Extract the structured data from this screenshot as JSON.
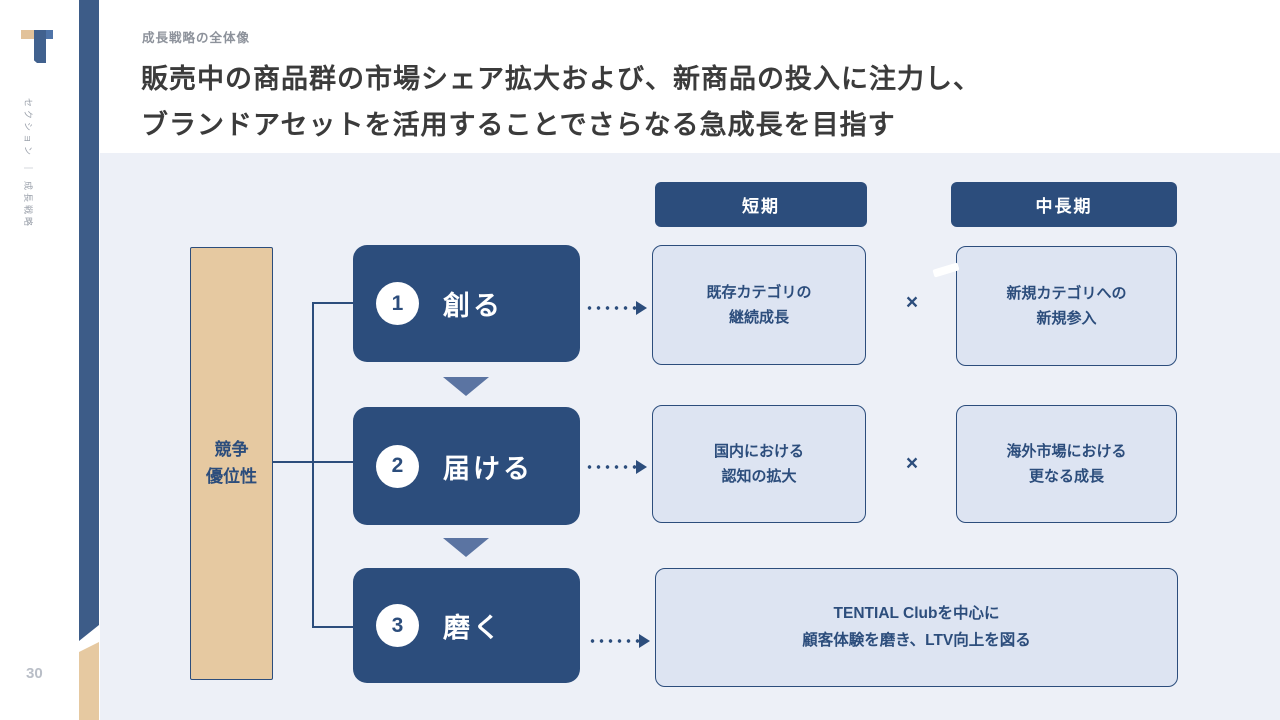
{
  "slide": {
    "eyebrow": "成長戦略の全体像",
    "title_line1": "販売中の商品群の市場シェア拡大および、新商品の投入に注力し、",
    "title_line2": "ブランドアセットを活用することでさらなる急成長を目指す",
    "side_label": "セクション ｜ 成長戦略",
    "page_number": "30"
  },
  "colors": {
    "navy": "#2c4d7c",
    "rail_navy": "#3d5c88",
    "tan": "#e6c9a1",
    "light_box_fill": "#dde4f2",
    "main_background": "#edf0f7",
    "triangle_slate": "#5b74a2",
    "title_text": "#3b3b3b"
  },
  "diagram": {
    "advantage": {
      "line1": "競争",
      "line2": "優位性"
    },
    "column_headers": {
      "short_term": "短期",
      "mid_long_term": "中長期"
    },
    "rows": [
      {
        "step_no": "1",
        "step_label": "創る",
        "left": {
          "l1": "既存カテゴリの",
          "l2": "継続成長"
        },
        "times": "×",
        "right": {
          "l1": "新規カテゴリへの",
          "l2": "新規参入"
        }
      },
      {
        "step_no": "2",
        "step_label": "届ける",
        "left": {
          "l1": "国内における",
          "l2": "認知の拡大"
        },
        "times": "×",
        "right": {
          "l1": "海外市場における",
          "l2": "更なる成長"
        }
      },
      {
        "step_no": "3",
        "step_label": "磨く",
        "wide": {
          "l1": "TENTIAL Clubを中心に",
          "l2": "顧客体験を磨き、LTV向上を図る"
        }
      }
    ]
  }
}
